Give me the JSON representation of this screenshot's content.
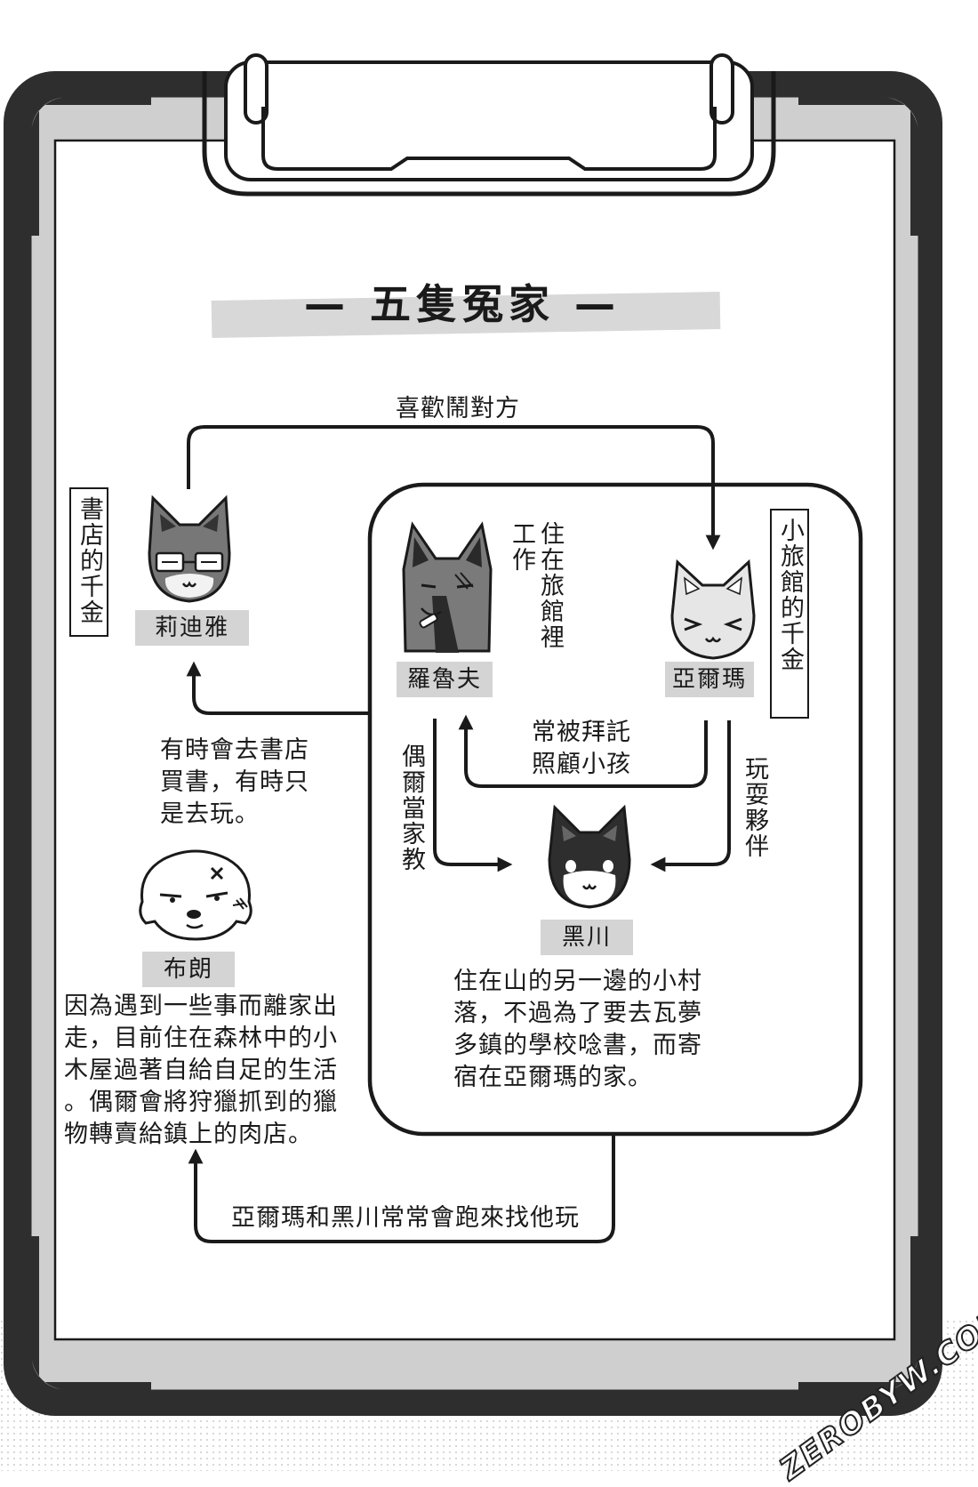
{
  "title": "— 五隻冤家 —",
  "characters": {
    "lidiya": {
      "name": "莉迪雅",
      "tag": "書店的千金"
    },
    "arma": {
      "name": "亞爾瑪",
      "tag": "小旅館的千金"
    },
    "luluf": {
      "name": "羅魯夫",
      "tag": "住在旅館裡工作"
    },
    "kurokawa": {
      "name": "黑川",
      "desc": [
        "住在山的另一邊的小村",
        "落，不過為了要去瓦夢",
        "多鎮的學校唸書，而寄",
        "宿在亞爾瑪的家。"
      ]
    },
    "brown": {
      "name": "布朗",
      "desc": [
        "因為遇到一些事而離家出",
        "走，目前住在森林中的小",
        "木屋過著自給自足的生活",
        "。偶爾會將狩獵抓到的獵",
        "物轉賣給鎮上的肉店。"
      ]
    }
  },
  "relations": {
    "lidiya_arma": "喜歡鬧對方",
    "group_lidiya": [
      "有時會去書店",
      "買書，有時只",
      "是去玩。"
    ],
    "arma_luluf": [
      "常被拜託",
      "照顧小孩"
    ],
    "luluf_kurokawa": "偶爾當家教",
    "arma_kurokawa": "玩耍夥伴",
    "group_brown": "亞爾瑪和黑川常常會跑來找他玩"
  },
  "watermark": "ZEROBYW.COM",
  "icons": [
    "clipboard-frame",
    "cat-face-glasses",
    "cat-face-white",
    "dog-face-scar",
    "dog-face-black",
    "dog-face-scruffy"
  ]
}
